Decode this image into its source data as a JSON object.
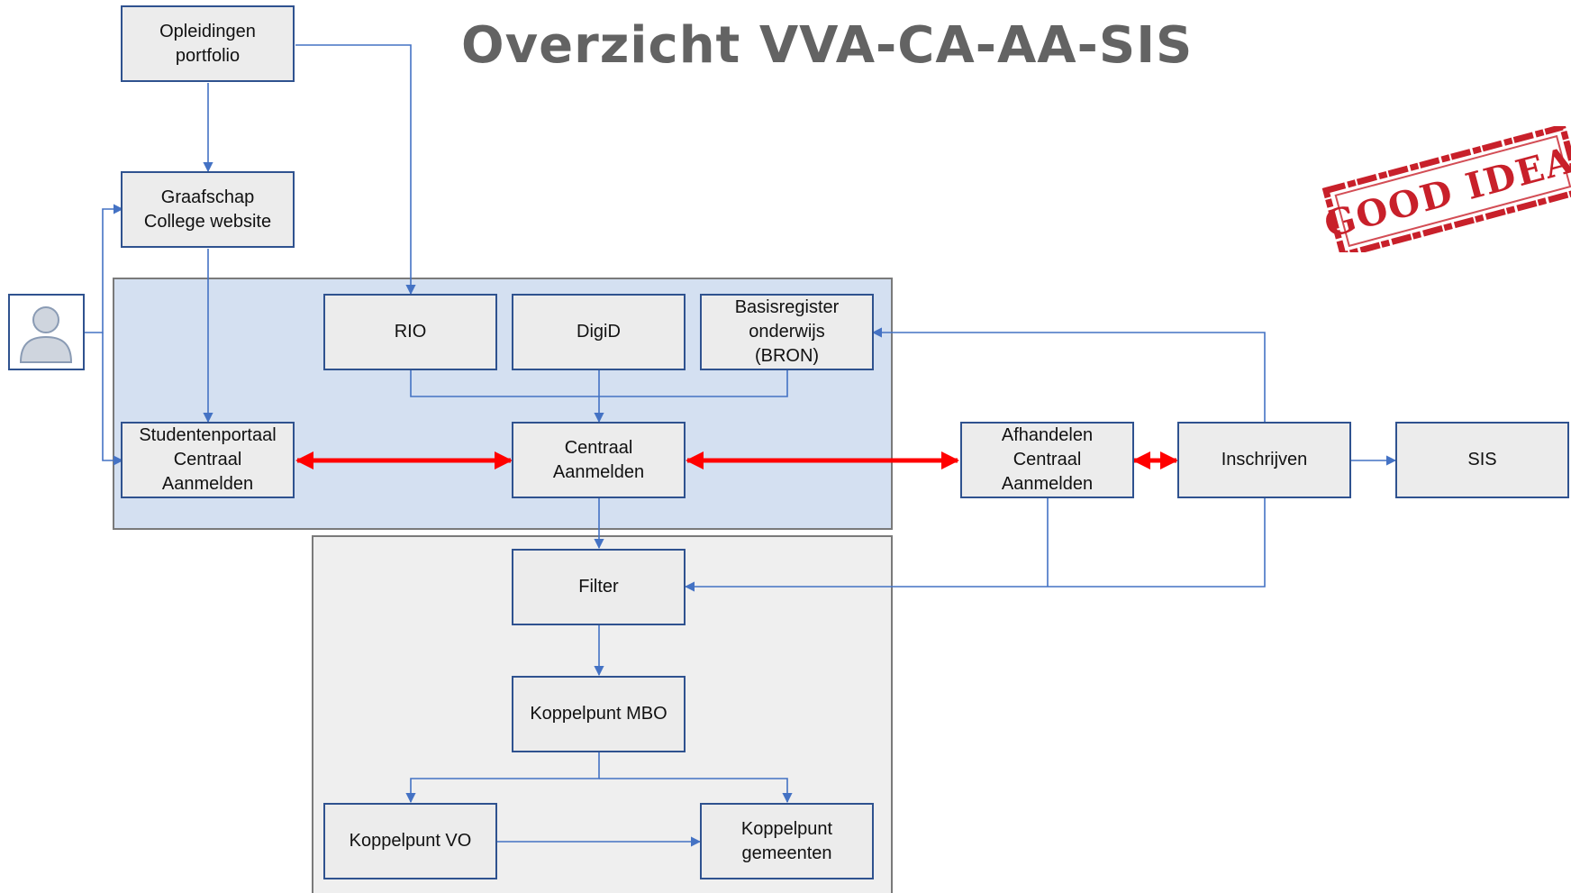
{
  "title": "Overzicht VVA-CA-AA-SIS",
  "nodes": {
    "opleidingen": "Opleidingen\nportfolio",
    "website": "Graafschap\nCollege website",
    "rio": "RIO",
    "digid": "DigiD",
    "bron": "Basisregister\nonderwijs\n(BRON)",
    "studentenportaal": "Studentenportaal\nCentraal\nAanmelden",
    "centraal": "Centraal\nAanmelden",
    "afhandelen": "Afhandelen\nCentraal\nAanmelden",
    "inschrijven": "Inschrijven",
    "sis": "SIS",
    "filter": "Filter",
    "koppelpunt_mbo": "Koppelpunt MBO",
    "koppelpunt_vo": "Koppelpunt VO",
    "koppelpunt_gemeenten": "Koppelpunt\ngemeenten"
  },
  "stamp": {
    "text": "GOOD IDEA"
  },
  "colors": {
    "node_border": "#2f528f",
    "node_fill": "#ececec",
    "connector": "#4472c4",
    "bidirectional": "#ff0000",
    "group_blue": "#d4e0f1",
    "group_gray": "#efefef",
    "stamp": "#c8202a"
  },
  "icons": [
    "user-icon",
    "good-idea-stamp"
  ]
}
